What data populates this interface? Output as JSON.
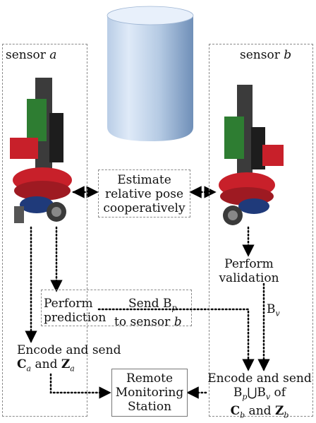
{
  "sensor_a": {
    "prefix": "sensor ",
    "var": "a"
  },
  "sensor_b": {
    "prefix": "sensor ",
    "var": "b"
  },
  "estimate": {
    "l1": "Estimate",
    "l2": "relative pose",
    "l3": "cooperatively"
  },
  "validation": {
    "l1": "Perform",
    "l2": "validation"
  },
  "prediction": {
    "l1": "Perform",
    "l2": "prediction"
  },
  "send": {
    "w1": "Send B",
    "w1_sub": "p",
    "w2": "to sensor ",
    "w2_var": "b"
  },
  "bv": {
    "base": "B",
    "sub": "v"
  },
  "encode_a": {
    "l1": "Encode and send",
    "c": "C",
    "c_sub": "a",
    "and": " and ",
    "z": "Z",
    "z_sub": "a"
  },
  "encode_b": {
    "l1": "Encode and send",
    "bp": "B",
    "bp_sub": "p",
    "union": "⋃",
    "bv": "B",
    "bv_sub": "v",
    "of": " of",
    "c": "C",
    "c_sub": "b",
    "and": " and ",
    "z": "Z",
    "z_sub": "b"
  },
  "station": {
    "l1": "Remote",
    "l2": "Monitoring",
    "l3": "Station"
  },
  "colors": {
    "cylinder_light": "#d8e6f7",
    "cylinder_dark": "#6f8fb8",
    "robot_red": "#c8202a",
    "robot_pcb": "#2e7d32",
    "dotted": "#000000"
  }
}
